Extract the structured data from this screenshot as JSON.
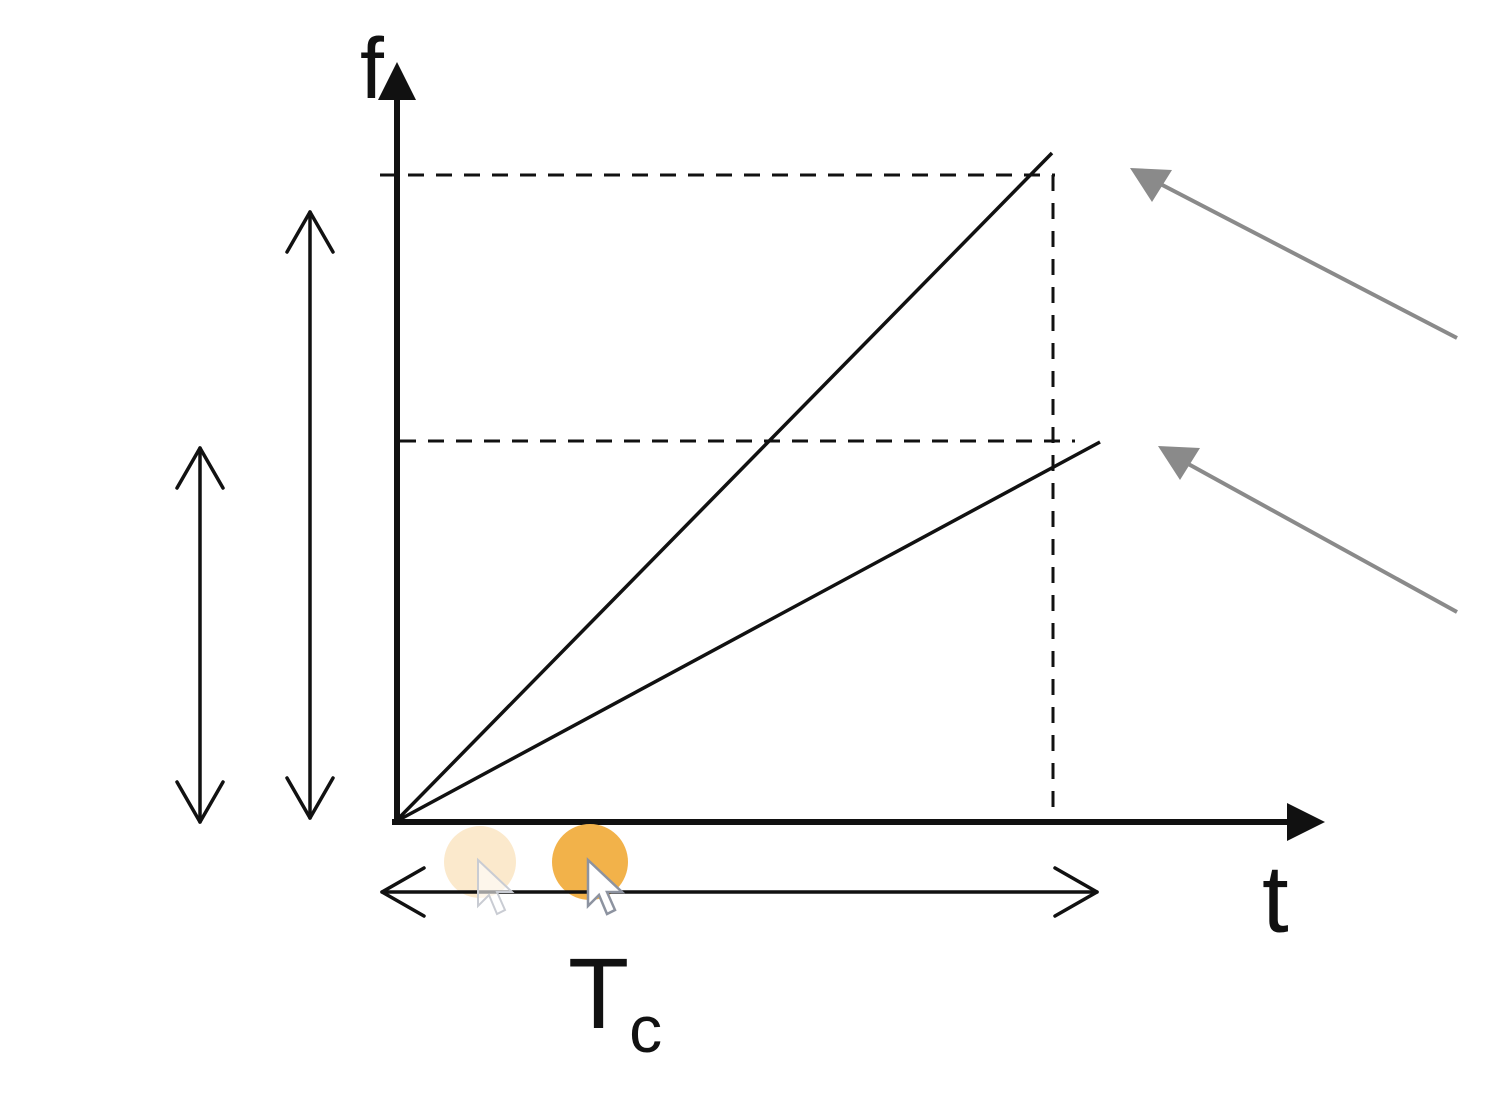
{
  "labels": {
    "y_axis": "f",
    "x_axis": "t",
    "period_main": "T",
    "period_sub": "c"
  },
  "colors": {
    "ink": "#111111",
    "pointer_arrow": "#8a8a8a",
    "cursor_highlight": "#f2b24a",
    "cursor_highlight_faded": "#fbe9cc"
  },
  "icons": {
    "cursor": "mouse-pointer-icon"
  }
}
